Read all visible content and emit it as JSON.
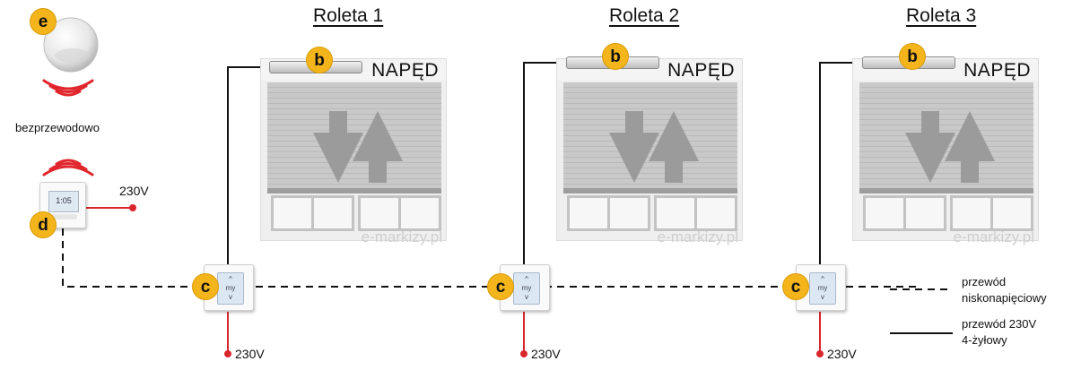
{
  "blinds": [
    {
      "title": "Roleta 1",
      "motor_label": "NAPĘD",
      "badge": "b",
      "watermark": "e-markizy.pl"
    },
    {
      "title": "Roleta 2",
      "motor_label": "NAPĘD",
      "badge": "b",
      "watermark": "e-markizy.pl"
    },
    {
      "title": "Roleta 3",
      "motor_label": "NAPĘD",
      "badge": "b",
      "watermark": "e-markizy.pl"
    }
  ],
  "switches": [
    {
      "badge": "c",
      "up": "^",
      "my": "my",
      "down": "v",
      "power": "230V"
    },
    {
      "badge": "c",
      "up": "^",
      "my": "my",
      "down": "v",
      "power": "230V"
    },
    {
      "badge": "c",
      "up": "^",
      "my": "my",
      "down": "v",
      "power": "230V"
    }
  ],
  "sensor": {
    "badge": "e"
  },
  "wireless_label": "bezprzewodowo",
  "controller": {
    "badge": "d",
    "power": "230V",
    "display": "1:05"
  },
  "legend": {
    "low_voltage_line1": "przewód",
    "low_voltage_line2": "niskonapięciowy",
    "mains_line1": "przewód 230V",
    "mains_line2": "4-żyłowy"
  },
  "colors": {
    "badge": "#f3b51b",
    "arrow": "#9b9b9b",
    "power_line": "#d9262c",
    "wire": "#111111"
  }
}
